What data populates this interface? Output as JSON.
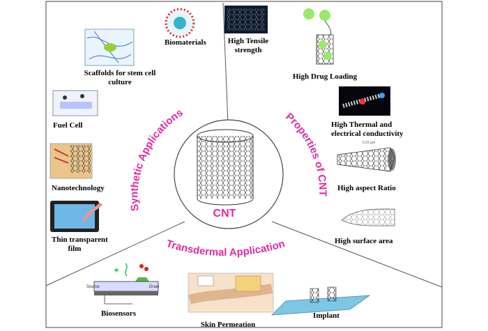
{
  "center": {
    "label": "CNT"
  },
  "sections": {
    "synthetic": {
      "title": "Synthetic Applications",
      "items": [
        "Biomaterials",
        "Scaffolds for stem cell",
        "culture",
        "Fuel Cell",
        "Nanotechnology",
        "Thin transparent",
        "film"
      ]
    },
    "properties": {
      "title": "Properties of CNT",
      "items": [
        "High Tensile",
        "strength",
        "High Drug Loading",
        "High Thermal and",
        "electrical conductivity",
        "High aspect Ratio",
        "High surface area"
      ]
    },
    "transdermal": {
      "title": "Transdermal Application",
      "items": [
        "Biosensors",
        "Skin Permeation",
        "Implant"
      ]
    }
  },
  "colors": {
    "accent": "#e12aa0",
    "text": "#000000",
    "divider": "#555555"
  }
}
